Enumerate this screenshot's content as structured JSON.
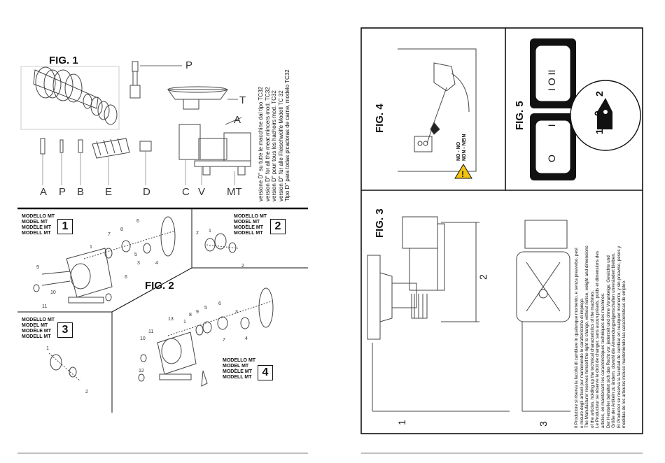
{
  "left_page": {
    "fig1": {
      "title": "FIG. 1",
      "part_labels": [
        "A",
        "P",
        "B",
        "E",
        "D",
        "C",
        "V",
        "MT"
      ],
      "top_label_p": "P",
      "top_label_t": "T",
      "top_label_a": "A",
      "versions": [
        "versione D\" su tutte le macchine dal tipo TC32",
        "version D\" for all the meat mincers mod. TC32",
        "version D\" pour tous les hachoirs mod. TC32",
        "version D\" für alle Fleischwölfe Modell TC 32",
        "Tipo D\" para todas picadoras de carne, modelo TC32"
      ]
    },
    "fig2": {
      "title": "FIG. 2",
      "model_lines": [
        "MODELLO MT",
        "MODEL MT",
        "MODÈLE MT",
        "MODELL MT"
      ],
      "box_numbers": [
        "1",
        "2",
        "3",
        "4"
      ]
    }
  },
  "right_page": {
    "fig4": {
      "title": "FIG. 4",
      "warning_lines": [
        "NO - NO",
        "NON - NEIN"
      ]
    },
    "fig5": {
      "title": "FIG. 5",
      "switch_top": "I O II",
      "switch_bottom": "O I",
      "dial_labels": [
        "0",
        "1",
        "2"
      ]
    },
    "fig3": {
      "title": "FIG. 3",
      "dim_labels": [
        "1",
        "2",
        "3"
      ],
      "disclaimer_lines": [
        "Il Produttore si riserva la facoltà di cambiare in qualunque momento, e senza preavviso, pesi",
        "e misure degli articoli pur mantenendo le caratteristiche di impiego.",
        "The Manufacturer reserves himself the right to change, without notice, weight and dimensions",
        "of the articles, holding up the technical characteristics of the machines.",
        "Le Producteur se réserve le droit de changer, sans aucun préavis, poids et dimensions des",
        "articles, en maintenant les caractéristiques techniques des machines.",
        "Der Hersteller behaltet sich das Recht vor, jederzeit und ohne Vorankeige, Gewichte und",
        "Größe der Artikeln zu ändern, obwohl die Anwendungseigenschaften unverändert bleiben.",
        "El Productor se reserva la facultad de cambiar en cualquier momento, y sin preaviso, pesos y",
        "medidas de los articulos incluso manteniendo las caracteristicas de empleo."
      ]
    }
  }
}
